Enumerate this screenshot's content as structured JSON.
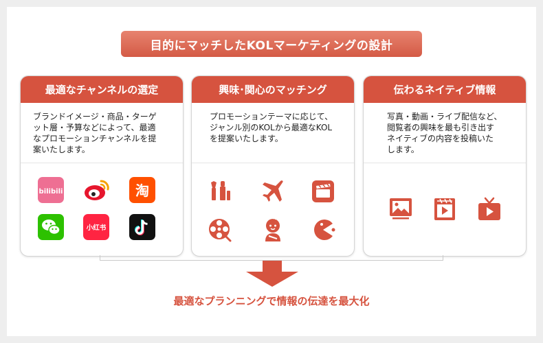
{
  "title": "目的にマッチしたKOLマーケティングの設計",
  "colors": {
    "accent": "#d6533f",
    "card_border": "#d4d4d4"
  },
  "cards": [
    {
      "header": "最適なチャンネルの選定",
      "lines": [
        "ブランドイメージ・商品・ターゲ",
        "ット層・予算などによって、最適",
        "なプロモーションチャンネルを提",
        "案いたします。"
      ],
      "icons": [
        {
          "name": "bilibili-icon",
          "label": "bilibili"
        },
        {
          "name": "weibo-icon",
          "label": ""
        },
        {
          "name": "taobao-icon",
          "label": "淘"
        },
        {
          "name": "wechat-icon",
          "label": ""
        },
        {
          "name": "xiaohongshu-icon",
          "label": "小红书"
        },
        {
          "name": "tiktok-icon",
          "label": ""
        }
      ]
    },
    {
      "header": "興味･関心のマッチング",
      "lines": [
        "プロモーションテーマに応じて、",
        "ジャンル別のKOLから最適なKOL",
        "を提案いたします。"
      ],
      "icons": [
        {
          "name": "cosmetics-icon"
        },
        {
          "name": "airplane-icon"
        },
        {
          "name": "clapperboard-icon"
        },
        {
          "name": "film-reel-icon"
        },
        {
          "name": "baby-icon"
        },
        {
          "name": "pacman-icon"
        }
      ]
    },
    {
      "header": "伝わるネイティブ情報",
      "lines": [
        "写真・動画・ライブ配信など、",
        "閲覧者の興味を最も引き出す",
        "ネイティブの内容を投稿いた",
        "します。"
      ],
      "icons": [
        {
          "name": "photo-icon"
        },
        {
          "name": "video-play-icon"
        },
        {
          "name": "tv-play-icon"
        }
      ]
    }
  ],
  "conclusion": "最適なプランニングで情報の伝達を最大化"
}
